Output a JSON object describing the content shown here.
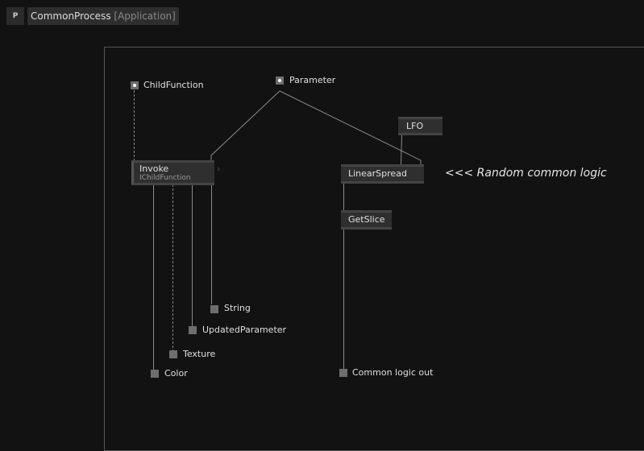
{
  "header": {
    "patch_button": "P",
    "title": "CommonProcess",
    "title_category": "[Application]"
  },
  "pads": {
    "child_function": "ChildFunction",
    "parameter": "Parameter",
    "string": "String",
    "updated_parameter": "UpdatedParameter",
    "texture": "Texture",
    "color": "Color",
    "common_logic_out": "Common logic out"
  },
  "nodes": {
    "invoke": "Invoke",
    "invoke_sub": "IChildFunction",
    "lfo": "LFO",
    "linear_spread": "LinearSpread",
    "get_slice": "GetSlice"
  },
  "comment": "<<< Random common logic"
}
